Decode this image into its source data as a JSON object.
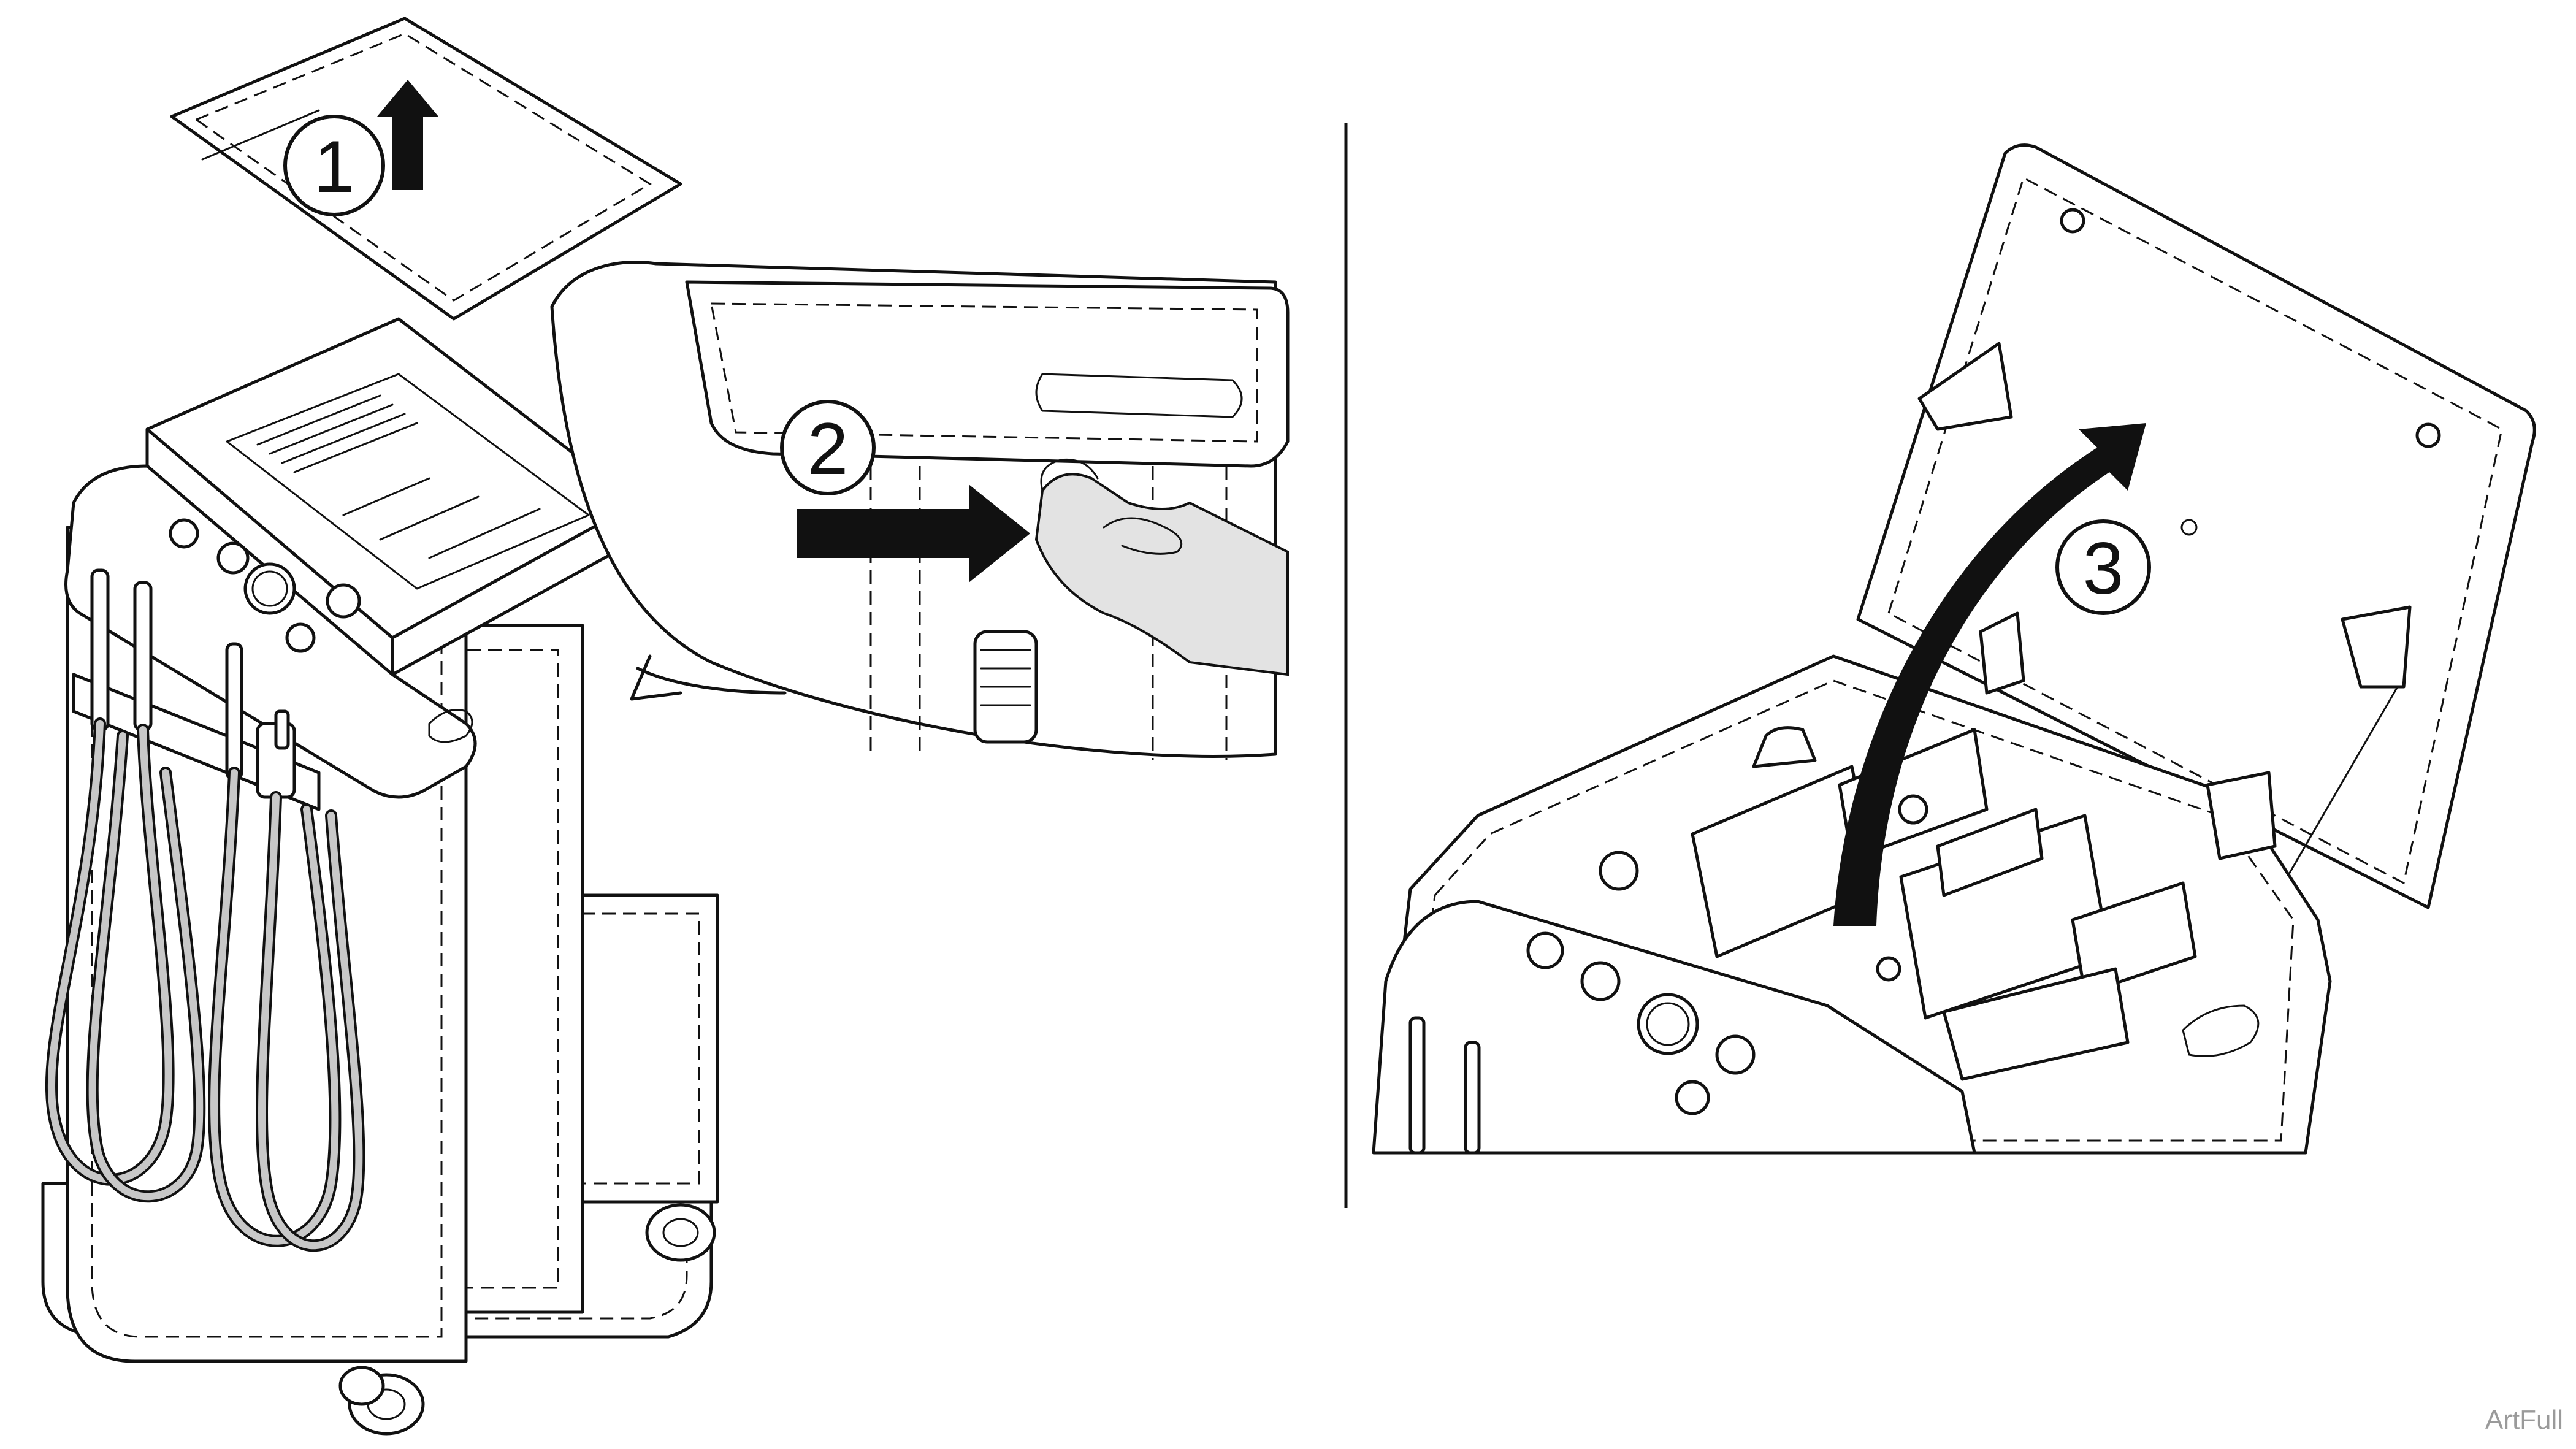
{
  "steps": [
    {
      "number": "1"
    },
    {
      "number": "2"
    },
    {
      "number": "3"
    }
  ],
  "footer": {
    "credit": "ArtFull"
  },
  "icons": {
    "step1_arrow": "arrow-up-icon",
    "step2_arrow": "arrow-right-icon",
    "step3_arrow": "curved-arrow-up-icon"
  },
  "colors": {
    "ink": "#111111",
    "panel": "#ffffff",
    "shade": "#e3e3e3",
    "credit": "#9a9a9a"
  }
}
